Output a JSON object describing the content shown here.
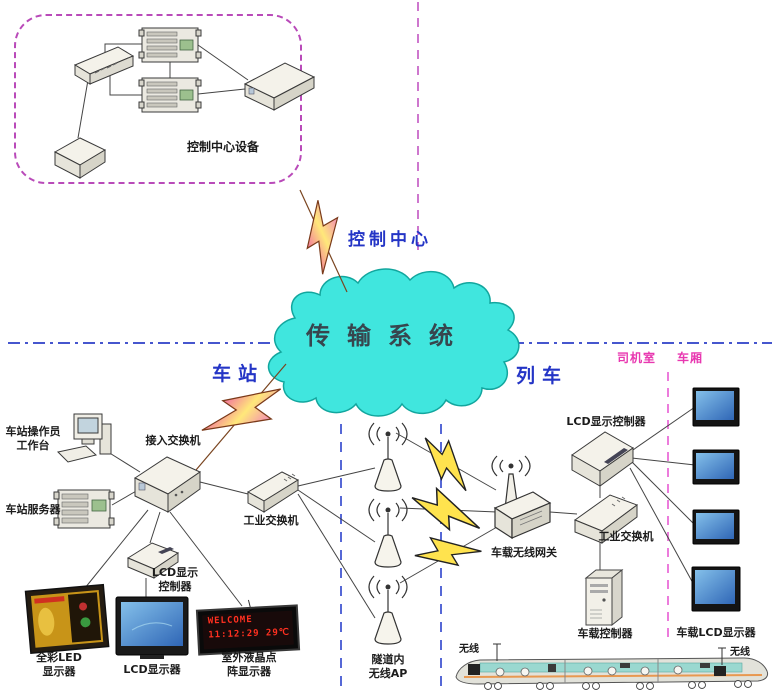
{
  "control_center": {
    "equipment_label": "控制中心设备",
    "link_label": "控制中心"
  },
  "cloud": {
    "label": "传输系统"
  },
  "station": {
    "section_label": "车站",
    "operator_workstation": "车站操作员\n工作台",
    "server": "车站服务器",
    "access_switch": "接入交换机",
    "industrial_switch": "工业交换机",
    "lcd_controller": "LCD显示\n控制器",
    "led_display": "全彩LED\n显示器",
    "lcd_display": "LCD显示器",
    "outdoor_display": "室外液晶点\n阵显示器",
    "outdoor_sign_text": "WELCOME\n11:12:29 29℃"
  },
  "tunnel": {
    "ap_label": "隧道内\n无线AP"
  },
  "train": {
    "section_label": "列车",
    "driver_cab": "司机室",
    "carriage": "车厢",
    "wireless_gateway": "车载无线网关",
    "lcd_controller": "LCD显示控制器",
    "industrial_switch": "工业交换机",
    "onboard_controller": "车载控制器",
    "onboard_lcd": "车载LCD显示器",
    "wireless_front": "无线",
    "wireless_rear": "无线"
  },
  "colors": {
    "cloud_fill": "#40e6de",
    "cloud_stroke": "#12a69e",
    "boundary_magenta": "#b94ab9",
    "divider_pink": "#ec7cdc",
    "dashed_blue": "#4656ce",
    "label_blue": "#2435c6",
    "label_magenta": "#e838b0",
    "bolt_pink": "#f2739e",
    "bolt_yellow": "#ffe34e",
    "sign_red": "#ff3020"
  }
}
